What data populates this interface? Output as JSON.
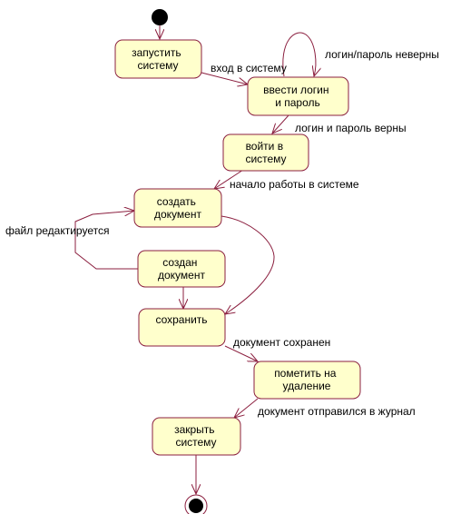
{
  "colors": {
    "state_fill": "#ffffcc",
    "state_border": "#8b1f3f",
    "edge": "#8b1f3f",
    "node_fill": "#000000",
    "text": "#000000"
  },
  "states": {
    "start_system": [
      "запустить",
      "систему"
    ],
    "enter_credentials": [
      "ввести логин",
      "и пароль"
    ],
    "login": [
      "войти в",
      "систему"
    ],
    "create_document": [
      "создать",
      "документ"
    ],
    "document_created": [
      "создан",
      "документ"
    ],
    "save": [
      "сохранить"
    ],
    "mark_for_deletion": [
      "пометить на",
      "удаление"
    ],
    "close_system": [
      "закрыть",
      "систему"
    ]
  },
  "transitions": {
    "system_login": "вход в систему",
    "credentials_invalid": "логин/пароль неверны",
    "credentials_valid": "логин и пароль верны",
    "work_started": "начало работы в системе",
    "file_edited": "файл редактируется",
    "document_saved": "документ сохранен",
    "document_journaled": "документ отправился в журнал"
  }
}
